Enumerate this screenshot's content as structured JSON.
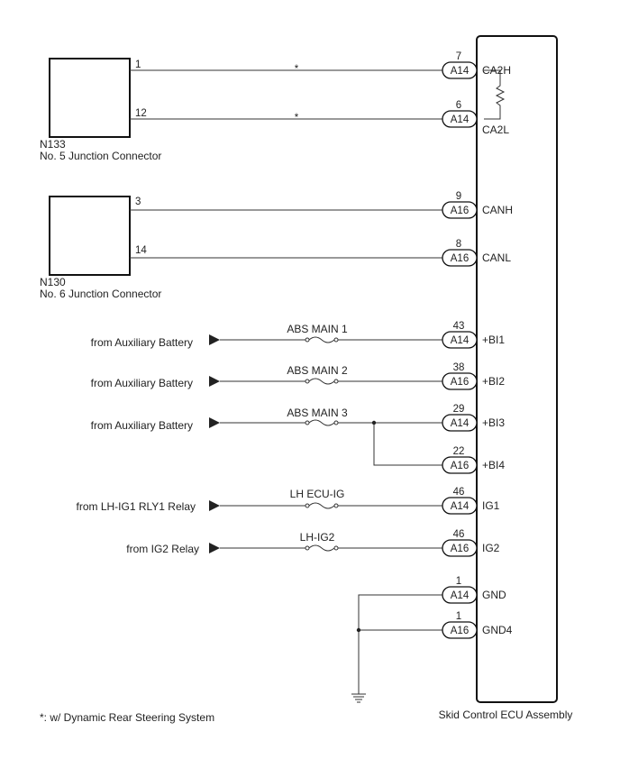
{
  "ecu": {
    "name": "Skid Control ECU Assembly"
  },
  "junction_connectors": [
    {
      "code": "N133",
      "name": "No. 5 Junction Connector"
    },
    {
      "code": "N130",
      "name": "No. 6 Junction Connector"
    }
  ],
  "can_lines": [
    {
      "jc_pin": "1",
      "ecu_pin": "7",
      "connector": "A14",
      "terminal": "CA2H",
      "marker": "*"
    },
    {
      "jc_pin": "12",
      "ecu_pin": "6",
      "connector": "A14",
      "terminal": "CA2L",
      "marker": "*"
    },
    {
      "jc_pin": "3",
      "ecu_pin": "9",
      "connector": "A16",
      "terminal": "CANH",
      "marker": ""
    },
    {
      "jc_pin": "14",
      "ecu_pin": "8",
      "connector": "A16",
      "terminal": "CANL",
      "marker": ""
    }
  ],
  "power_lines": [
    {
      "source": "from Auxiliary Battery",
      "fuse": "ABS MAIN 1",
      "ecu_pin": "43",
      "connector": "A14",
      "terminal": "+BI1"
    },
    {
      "source": "from Auxiliary Battery",
      "fuse": "ABS MAIN 2",
      "ecu_pin": "38",
      "connector": "A16",
      "terminal": "+BI2"
    },
    {
      "source": "from Auxiliary Battery",
      "fuse": "ABS MAIN 3",
      "ecu_pin": "29",
      "connector": "A14",
      "terminal": "+BI3"
    },
    {
      "source": "",
      "fuse": "",
      "ecu_pin": "22",
      "connector": "A16",
      "terminal": "+BI4"
    },
    {
      "source": "from LH-IG1 RLY1 Relay",
      "fuse": "LH ECU-IG",
      "ecu_pin": "46",
      "connector": "A14",
      "terminal": "IG1"
    },
    {
      "source": "from IG2 Relay",
      "fuse": "LH-IG2",
      "ecu_pin": "46",
      "connector": "A16",
      "terminal": "IG2"
    }
  ],
  "ground_lines": [
    {
      "ecu_pin": "1",
      "connector": "A14",
      "terminal": "GND"
    },
    {
      "ecu_pin": "1",
      "connector": "A16",
      "terminal": "GND4"
    }
  ],
  "footnote": "*: w/ Dynamic Rear Steering System"
}
